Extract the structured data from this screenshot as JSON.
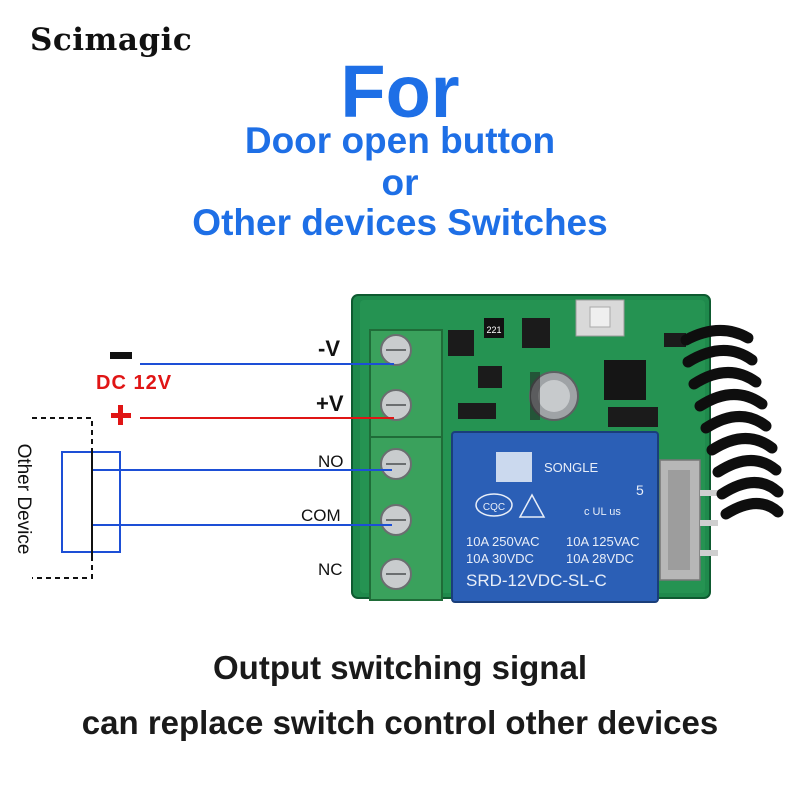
{
  "brand": "Scimagic",
  "heading": {
    "title": "For",
    "line1": "Door open button",
    "line2": "or",
    "line3": "Other devices Switches"
  },
  "power": {
    "label": "DC 12V",
    "colors": {
      "negative": "#1d4fd6",
      "positive": "#e01515"
    }
  },
  "terminals": {
    "neg": "-V",
    "pos": "+V",
    "no": "NO",
    "com": "COM",
    "nc": "NC"
  },
  "device_label": "Other Device",
  "relay": {
    "brand": "SONGLE",
    "rating_a": "10A  250VAC",
    "rating_b": "10A  125VAC",
    "rating_c": "10A  30VDC",
    "rating_d": "10A  28VDC",
    "model": "SRD-12VDC-SL-C",
    "cert_mark": "CQC",
    "number": "5",
    "ul_mark": "c UL us"
  },
  "pcb": {
    "resistor_code": "221"
  },
  "footer": {
    "line1": "Output switching signal",
    "line2": "can replace switch control other devices"
  }
}
